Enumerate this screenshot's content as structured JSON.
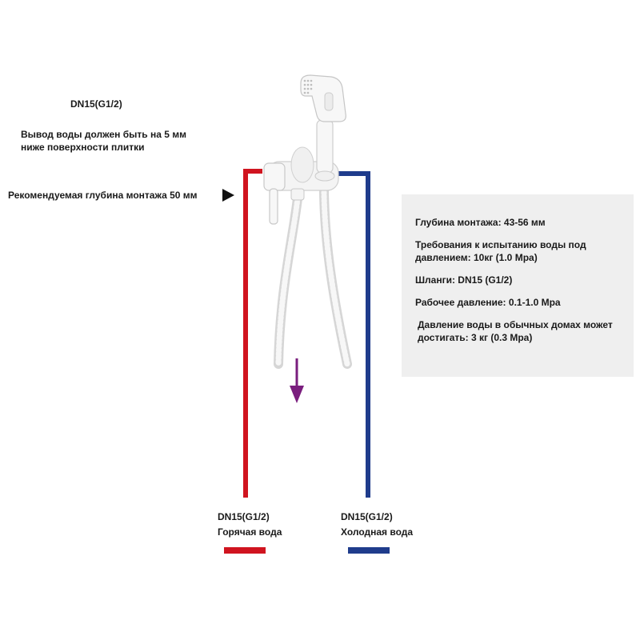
{
  "outlet_spec": "DN15(G1/2)",
  "outlet_note": "Вывод воды должен быть на 5 мм ниже поверхности плитки",
  "recommended_depth": "Рекомендуемая глубина монтажа  50 мм",
  "specs": {
    "depth": "Глубина монтажа: 43-56 мм",
    "pressure_test": "Требования к испытанию воды под давлением: 10кг (1.0 Mpa)",
    "hoses": "Шланги: DN15 (G1/2)",
    "working_pressure": "Рабочее давление: 0.1-1.0 Mpa",
    "home_pressure": "Давление воды в обычных домах может достигать: 3 кг (0.3 Mpa)"
  },
  "hot": {
    "spec": "DN15(G1/2)",
    "label": "Горячая вода",
    "color": "#d0141f"
  },
  "cold": {
    "spec": "DN15(G1/2)",
    "label": "Холодная вода",
    "color": "#1f3c8c"
  },
  "flow_arrow_color": "#7a1e7e",
  "marker_arrow_color": "#111111",
  "panel_color": "#efefef",
  "fixture_color": "#f4f4f4"
}
